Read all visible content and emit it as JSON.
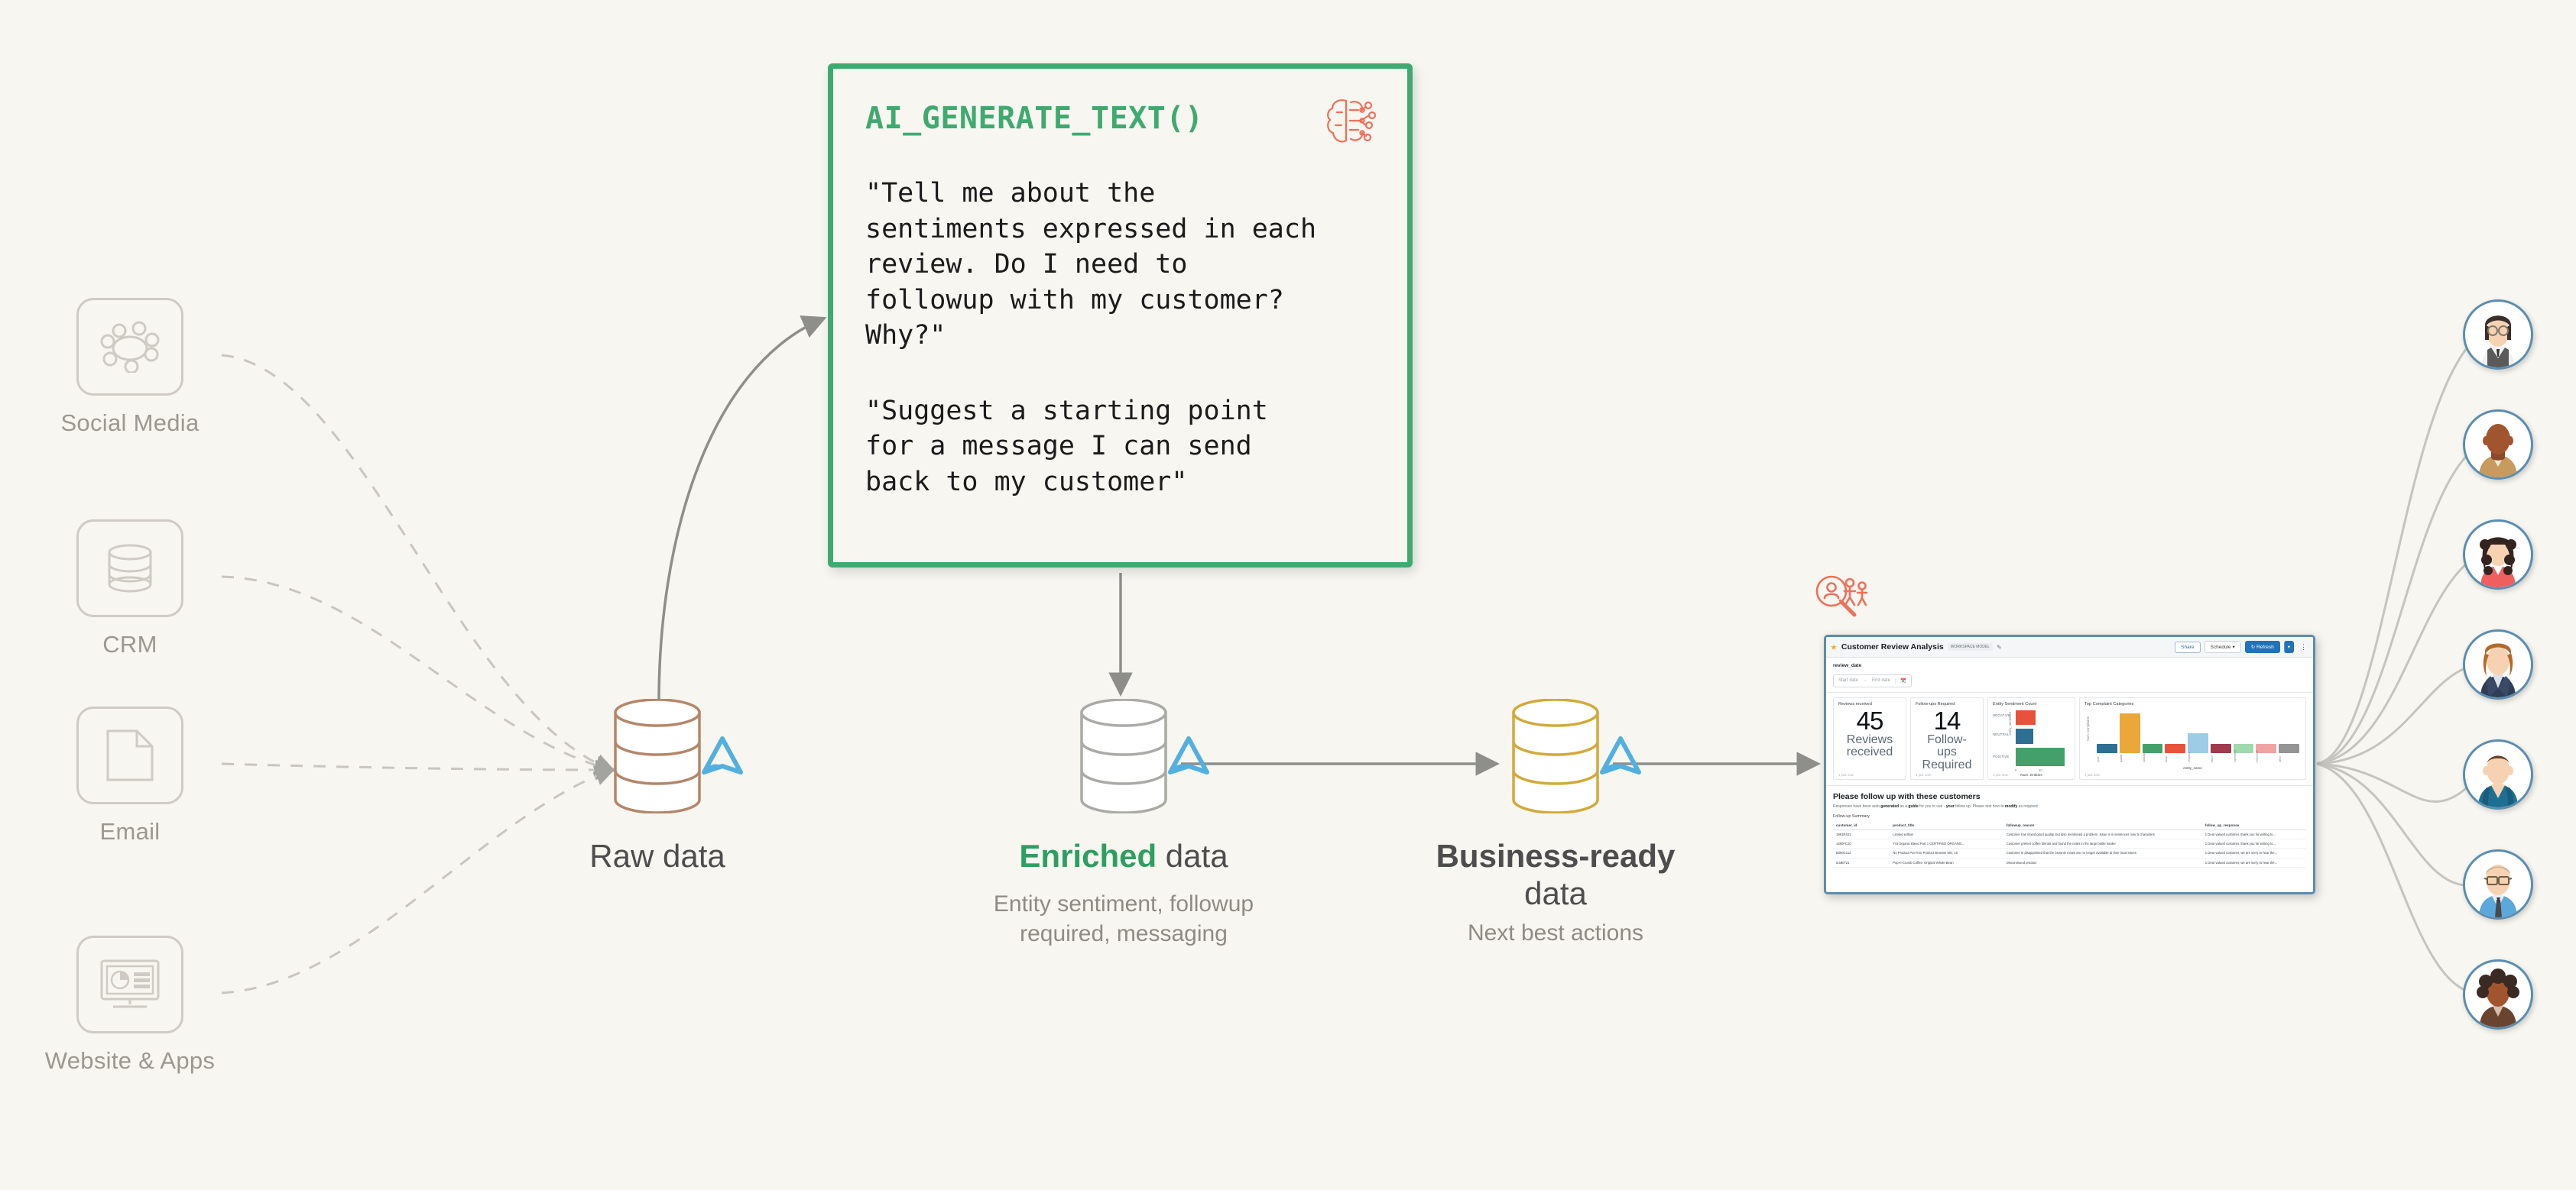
{
  "page": {
    "background_color": "#f7f6f1",
    "accent_green": "#3faa70",
    "accent_coral": "#e8614d",
    "accent_blue": "#5b8db0"
  },
  "sources": [
    {
      "label": "Social Media",
      "icon": "social-network-icon"
    },
    {
      "label": "CRM",
      "icon": "database-icon"
    },
    {
      "label": "Email",
      "icon": "document-icon"
    },
    {
      "label": "Website & Apps",
      "icon": "monitor-dashboard-icon"
    }
  ],
  "ai_card": {
    "title": "AI_GENERATE_TEXT()",
    "icon": "brain-circuit-icon",
    "prompt_1": "\"Tell me about the\nsentiments expressed in each\nreview. Do I need to\nfollowup with my customer?\nWhy?\"",
    "prompt_2": "\"Suggest a starting point\nfor a message I can send\nback to my customer\"",
    "border_color": "#3faa70"
  },
  "stages": [
    {
      "id": "raw",
      "title_plain": "Raw data",
      "title_highlight": "",
      "subtitle": "",
      "cylinder_color": "#b5866a",
      "logo": "databricks-logo"
    },
    {
      "id": "enriched",
      "title_highlight": "Enriched",
      "title_plain": " data",
      "subtitle": "Entity sentiment, followup\nrequired, messaging",
      "cylinder_color": "#aaaaa6",
      "logo": "databricks-logo"
    },
    {
      "id": "business",
      "title_highlight": "Business-ready",
      "title_plain": "data",
      "subtitle": "Next best actions",
      "cylinder_color": "#d2aa3c",
      "logo": "databricks-logo"
    }
  ],
  "dashboard": {
    "icon": "customer-search-icon",
    "title": "Customer Review Analysis",
    "badge": "WORKSPACE MODEL",
    "star_icon": "star-icon",
    "edit_icon": "pencil-icon",
    "buttons": {
      "share": "Share",
      "schedule": "Schedule",
      "refresh": "Refresh",
      "more": "⋮"
    },
    "filter": {
      "label": "review_date",
      "start_placeholder": "Start date",
      "separator": "→",
      "end_placeholder": "End date",
      "calendar_icon": "calendar-icon"
    },
    "kpis": [
      {
        "header": "Reviews received",
        "value": "45",
        "caption": "Reviews\nreceived",
        "footer": "1 just now"
      },
      {
        "header": "Follow-ups Required",
        "value": "14",
        "caption": "Follow-\nups\nRequired",
        "footer": "1 just now"
      }
    ],
    "section": {
      "title": "Please follow up with these customers",
      "subtitle_parts": [
        {
          "text": "Responses have been auto ",
          "bold": false
        },
        {
          "text": "generated",
          "bold": true
        },
        {
          "text": " as a ",
          "bold": false
        },
        {
          "text": "guide",
          "bold": true
        },
        {
          "text": " for you to use - ",
          "bold": false
        },
        {
          "text": "your",
          "bold": true
        },
        {
          "text": " follow up. Please test how to ",
          "bold": false
        },
        {
          "text": "modify",
          "bold": true
        },
        {
          "text": " as required",
          "bold": false
        }
      ]
    },
    "table": {
      "caption": "Follow-up Summary",
      "columns": [
        "customer_id",
        "product_title",
        "followup_reason",
        "follow_up_response"
      ],
      "rows": [
        [
          "1981R431",
          "Limited edition",
          "Customer has mixed good quality, but also mentioned a problem. Issue is in sentences over 5 characters",
          "1 Dear valued customer, thank you for writing to..."
        ],
        [
          "1480FC10",
          "YSI Organic Blend Part 1 CERTIFIED ORGANIC...",
          "Customer prefers coffee blends and found the notes in the large bottle harder",
          "1 Dear valued customer, thank you for writing to..."
        ],
        [
          "B280C112",
          "No Product Pot Free Product Brownie Mix, 15",
          "Customer is disappointed that the brownie mixes are no longer available at their local stores",
          "1 Dear valued customer, we are sorry to hear the..."
        ],
        [
          "IL680721",
          "Pop-n-Crumb Coffee, Original Whole Bean",
          "Discontinued product",
          "1 Dear valued customer, we are sorry to hear the..."
        ]
      ]
    },
    "chart_data": [
      {
        "type": "bar",
        "orientation": "horizontal",
        "title": "Entity Sentiment Count",
        "categories": [
          "NEGATIVE",
          "NEUTRAL",
          "POSITIVE"
        ],
        "values": [
          9,
          8,
          22
        ],
        "colors": [
          "#e8513a",
          "#2e6f94",
          "#43a06b"
        ],
        "xlabel": "Num. Entities",
        "ylabel": "entity_sentiment",
        "xticks": [
          "0",
          "20"
        ],
        "xlim": [
          0,
          24
        ],
        "footer": "1 just now"
      },
      {
        "type": "bar",
        "orientation": "vertical",
        "title": "Top Complaint Categories",
        "categories": [
          "price",
          "quality",
          "packaging",
          "taste",
          "shipping",
          "flavor",
          "ingredients",
          "freshness",
          "other"
        ],
        "values": [
          1,
          4,
          1,
          1,
          2,
          1,
          1,
          1,
          1
        ],
        "colors": [
          "#2e6f94",
          "#eaa83a",
          "#43a06b",
          "#e8513a",
          "#9ecbe5",
          "#a03a4c",
          "#9fd9ae",
          "#f0a3a3",
          "#949494"
        ],
        "xlabel": "entity_name",
        "ylabel": "Num. Complaints",
        "yticks": [
          "0",
          "2",
          "4"
        ],
        "ylim": [
          0,
          4.5
        ],
        "footer": "1 just now"
      }
    ]
  },
  "avatars": [
    {
      "name": "woman-glasses-vest-avatar",
      "hair": "#3a2f2c",
      "skin": "#f6d2b3",
      "body": "#5a5a5a",
      "glasses": true,
      "hair_style": "bob"
    },
    {
      "name": "man-bald-tan-shirt-avatar",
      "hair": "#8a4a2a",
      "skin": "#a0552f",
      "body": "#c79a5e",
      "glasses": false,
      "hair_style": "bald"
    },
    {
      "name": "woman-curly-pink-avatar",
      "hair": "#332420",
      "skin": "#f6d2b3",
      "body": "#ef5f60",
      "glasses": false,
      "hair_style": "curly"
    },
    {
      "name": "woman-suit-avatar",
      "hair": "#b26a2a",
      "skin": "#f6d2b3",
      "body": "#2f3d56",
      "glasses": false,
      "hair_style": "bob"
    },
    {
      "name": "man-blue-hoodie-avatar",
      "hair": "#6a4529",
      "skin": "#f6d2b3",
      "body": "#1f6f92",
      "glasses": false,
      "hair_style": "short"
    },
    {
      "name": "man-bald-glasses-tie-avatar",
      "hair": "#cbb49a",
      "skin": "#f6d2b3",
      "body": "#5aa8dc",
      "glasses": true,
      "hair_style": "bald"
    },
    {
      "name": "woman-afro-avatar",
      "hair": "#3b2a24",
      "skin": "#a0552f",
      "body": "#6a4430",
      "glasses": false,
      "hair_style": "afro"
    }
  ]
}
